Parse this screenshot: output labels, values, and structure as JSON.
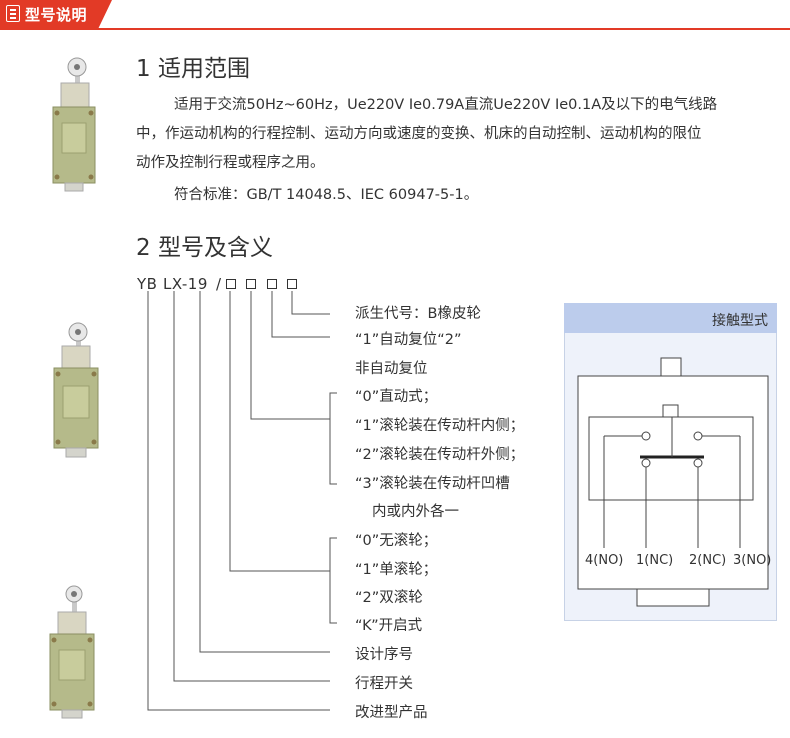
{
  "banner": {
    "title": "型号说明"
  },
  "section1": {
    "title": "1 适用范围",
    "para1_line1": "适用于交流50Hz~60Hz，Ue220V Ie0.79A直流Ue220V Ie0.1A及以下的电气线路",
    "para1_line2": "中，作运动机构的行程控制、运动方向或速度的变换、机床的自动控制、运动机构的限位",
    "para1_line3": "动作及控制行程或程序之用。",
    "para2": "符合标准：GB/T 14048.5、IEC 60947-5-1。"
  },
  "section2": {
    "title": "2 型号及含义",
    "code_yb": "YB",
    "code_lx": "LX-19",
    "code_slash": "/",
    "labels": {
      "derived": "派生代号：B橡皮轮",
      "reset_1": "“1”自动复位“2”",
      "reset_2": "非自动复位",
      "pos_0": "“0”直动式；",
      "pos_1": "“1”滚轮装在传动杆内侧；",
      "pos_2": "“2”滚轮装在传动杆外侧；",
      "pos_3": "“3”滚轮装在传动杆凹槽",
      "pos_3b": "内或内外各一",
      "roll_0": "“0”无滚轮；",
      "roll_1": "“1”单滚轮；",
      "roll_2": "“2”双滚轮",
      "roll_k": "“K”开启式",
      "design": "设计序号",
      "switch": "行程开关",
      "improved": "改进型产品"
    }
  },
  "contact_panel": {
    "title": "接触型式",
    "terminals": [
      "4(NO)",
      "1(NC)",
      "2(NC)",
      "3(NO)"
    ]
  },
  "colors": {
    "accent": "#e23a26",
    "panel_head": "#bcccec",
    "panel_bg": "#eef2fa",
    "switch_body": "#b5ba8a"
  }
}
